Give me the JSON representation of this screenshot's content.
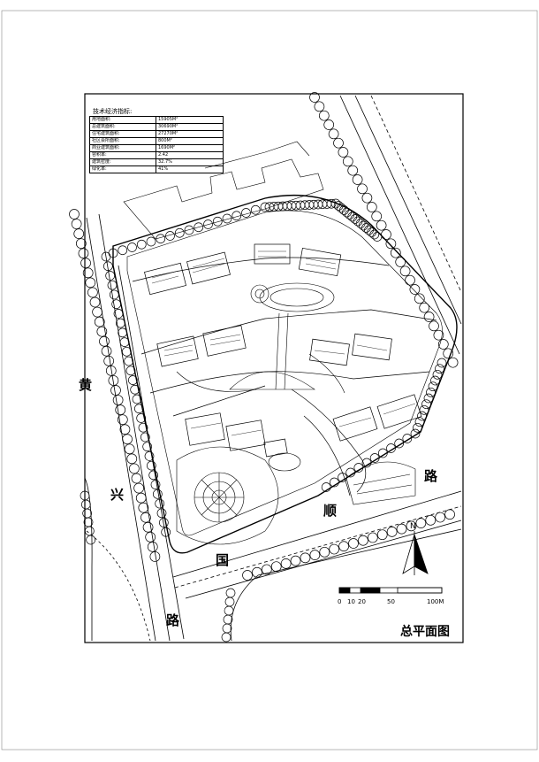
{
  "drawing_title": "总平面图",
  "north_label": "N",
  "scale_bar": {
    "labels": [
      "0",
      "10",
      "20",
      "50",
      "100M"
    ]
  },
  "roads": {
    "west": [
      "黄",
      "兴",
      "路"
    ],
    "south": [
      "顺",
      "国",
      "路"
    ]
  },
  "index_table": {
    "title": "技术经济指标:",
    "rows": [
      {
        "label": "用地面积:",
        "value": "15905M²"
      },
      {
        "label": "总建筑面积:",
        "value": "30690M²"
      },
      {
        "label": "住宅建筑面积:",
        "value": "27270M²"
      },
      {
        "label": "社区会所面积:",
        "value": "800M²"
      },
      {
        "label": "商业建筑面积:",
        "value": "1690M²"
      },
      {
        "label": "容积率:",
        "value": "2.42"
      },
      {
        "label": "建筑密度:",
        "value": "32.7%"
      },
      {
        "label": "绿化率:",
        "value": "41%"
      }
    ]
  },
  "colors": {
    "line": "#000000",
    "background": "#ffffff"
  }
}
